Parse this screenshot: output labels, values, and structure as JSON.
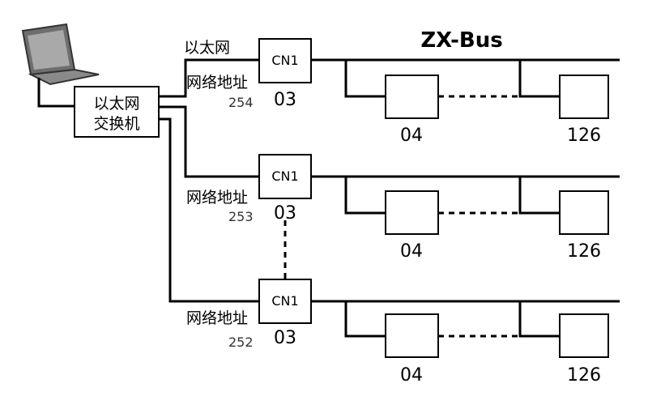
{
  "title": "ZX-Bus",
  "switch_label": [
    "以太网",
    "交换机"
  ],
  "ethernet_label": "以太网",
  "ip_label": "网络地址",
  "module_label": "CN1",
  "colors": {
    "line": "#000000",
    "background": "#ffffff",
    "laptop_body": "#6e6e6e",
    "laptop_screen": "#a9a9a9"
  },
  "icons": {
    "computer": "laptop-icon"
  },
  "branches": [
    {
      "ip": "254",
      "cn_address": "03",
      "first_slave": "04",
      "last_slave": "126"
    },
    {
      "ip": "253",
      "cn_address": "03",
      "first_slave": "04",
      "last_slave": "126"
    },
    {
      "ip": "252",
      "cn_address": "03",
      "first_slave": "04",
      "last_slave": "126"
    }
  ]
}
